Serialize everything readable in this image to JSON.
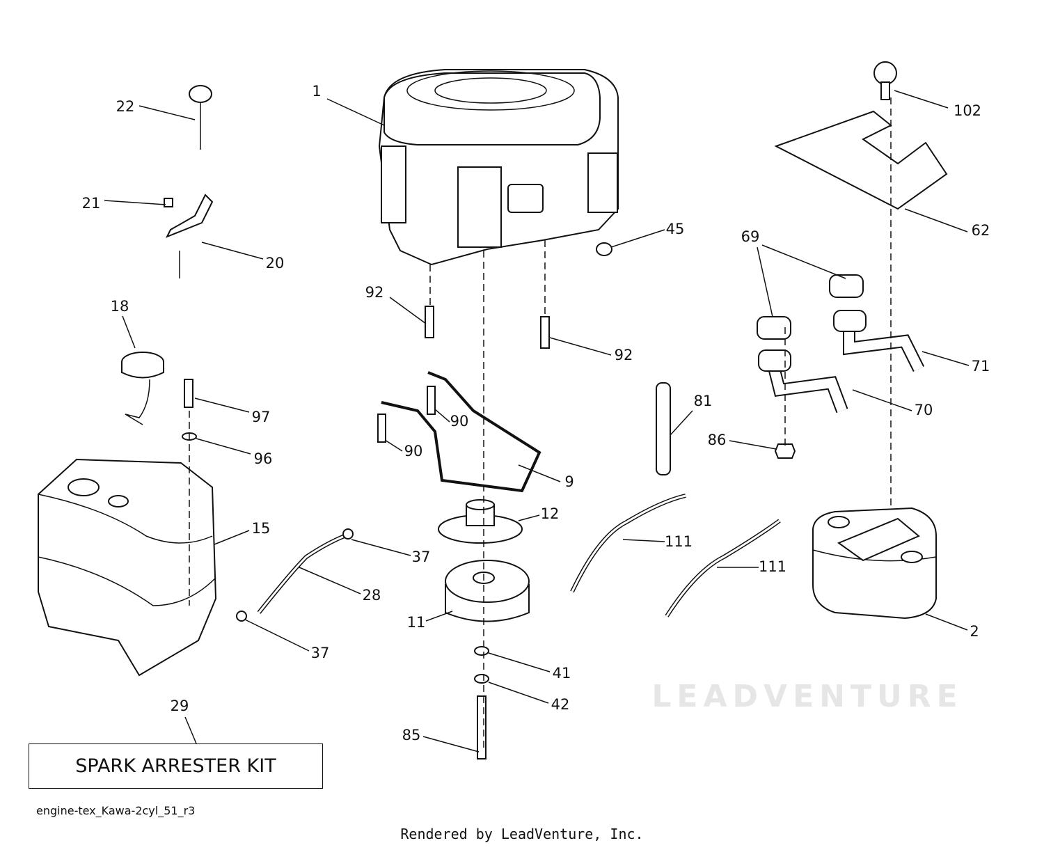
{
  "diagram": {
    "kit_label": "SPARK ARRESTER KIT",
    "diagram_id": "engine-tex_Kawa-2cyl_51_r3",
    "credit": "Rendered by LeadVenture, Inc.",
    "watermark": "LEADVENTURE",
    "callouts": [
      "1",
      "22",
      "21",
      "20",
      "18",
      "97",
      "96",
      "15",
      "29",
      "37",
      "28",
      "37",
      "92",
      "92",
      "90",
      "90",
      "9",
      "12",
      "11",
      "41",
      "42",
      "85",
      "45",
      "81",
      "86",
      "111",
      "111",
      "102",
      "62",
      "69",
      "71",
      "70",
      "2"
    ]
  }
}
